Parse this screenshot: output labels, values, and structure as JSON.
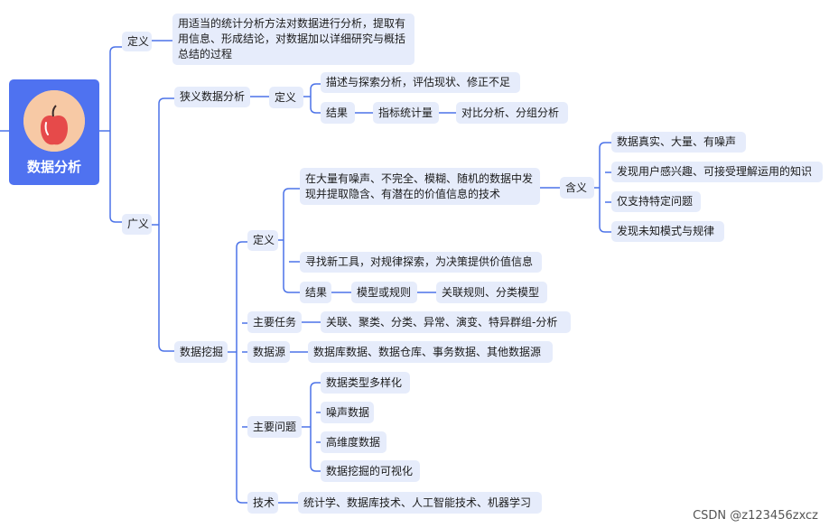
{
  "root": {
    "title": "数据分析"
  },
  "definition": {
    "label": "定义",
    "text": "用适当的统计分析方法对数据进行分析，提取有用信息、形成结论，对数据加以详细研究与概括总结的过程"
  },
  "broad": {
    "label": "广义",
    "narrow": {
      "label": "狭义数据分析",
      "definition": {
        "label": "定义",
        "text": "描述与探索分析，评估现状、修正不足"
      },
      "result": {
        "label": "结果",
        "indicator": "指标统计量",
        "methods": "对比分析、分组分析"
      }
    },
    "mining": {
      "label": "数据挖掘",
      "definition": {
        "label": "定义",
        "text": "在大量有噪声、不完全、模糊、随机的数据中发现并提取隐含、有潜在的价值信息的技术",
        "meaning": {
          "label": "含义",
          "items": [
            "数据真实、大量、有噪声",
            "发现用户感兴趣、可接受理解运用的知识",
            "仅支持特定问题",
            "发现未知模式与规律"
          ]
        },
        "purpose": "寻找新工具，对规律探索，为决策提供价值信息",
        "result": {
          "label": "结果",
          "model": "模型或规则",
          "examples": "关联规则、分类模型"
        }
      },
      "tasks": {
        "label": "主要任务",
        "text": "关联、聚类、分类、异常、演变、特异群组-分析"
      },
      "sources": {
        "label": "数据源",
        "text": "数据库数据、数据仓库、事务数据、其他数据源"
      },
      "issues": {
        "label": "主要问题",
        "items": [
          "数据类型多样化",
          "噪声数据",
          "高维度数据",
          "数据挖掘的可视化"
        ]
      },
      "tech": {
        "label": "技术",
        "text": "统计学、数据库技术、人工智能技术、机器学习"
      }
    }
  },
  "watermark": "CSDN @z123456zxcz",
  "colors": {
    "line": "#4b72e8",
    "node": "#e6ecfb",
    "root": "#4f72f0"
  }
}
